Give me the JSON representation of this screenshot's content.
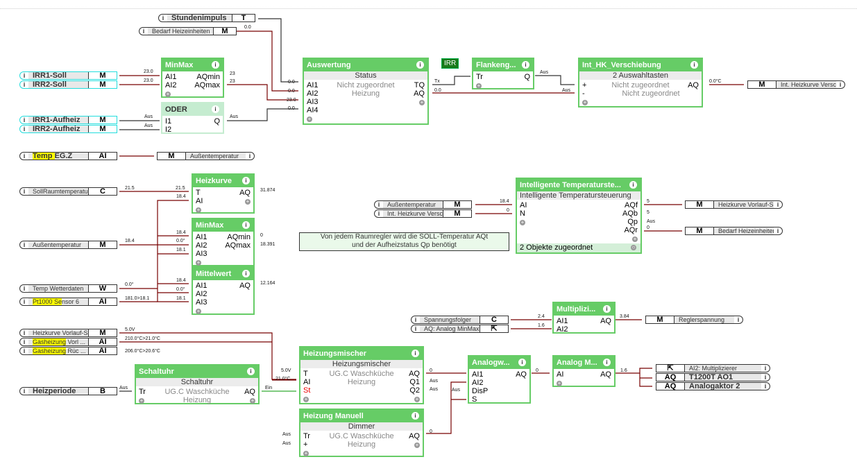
{
  "note": {
    "line1": "Von jedem Raumregler wird die SOLL-Temperatur AQt",
    "line2": "und der Aufheizstatus Qp benötigt"
  },
  "tag": "IRR",
  "connectors": {
    "stundenimpuls": {
      "name": "Stundenimpuls",
      "type": "T"
    },
    "bedarf_top": {
      "name": "Bedarf Heizeinheiten",
      "type": "M"
    },
    "irr1_soll": {
      "name": "IRR1-Soll",
      "type": "M"
    },
    "irr2_soll": {
      "name": "IRR2-Soll",
      "type": "M"
    },
    "irr1_aufheiz": {
      "name": "IRR1-Aufheiz",
      "type": "M"
    },
    "irr2_aufheiz": {
      "name": "IRR2-Aufheiz",
      "type": "M"
    },
    "temp_egz": {
      "name_hl": "Temp ",
      "name_rest": "EG.Z",
      "type": "AI"
    },
    "aussen_out": {
      "name": "Außentemperatur",
      "type": "M"
    },
    "sollraum": {
      "name": "SollRaumtemperatur",
      "type": "C"
    },
    "aussen_in": {
      "name": "Außentemperatur",
      "type": "M"
    },
    "temp_wetter": {
      "name": "Temp Wetterdaten",
      "type": "W"
    },
    "pt1000": {
      "name_hl": "Pt1000 Se",
      "name_rest": "nsor 6",
      "type": "AI"
    },
    "its_aussen": {
      "name": "Außentemperatur",
      "type": "M"
    },
    "its_intHK": {
      "name": "Int. Heizkurve Versc...",
      "type": "M"
    },
    "hk_verschiebung_out": {
      "name": "Int. Heizkurve Versc...",
      "type": "M"
    },
    "hk_vorlauf_out": {
      "name": "Heizkurve Vorlauf-S ...",
      "type": "M"
    },
    "bedarf_out": {
      "name": "Bedarf Heizeinheiten",
      "type": "M"
    },
    "spannungsfolger": {
      "name": "Spannungsfolger",
      "type": "C"
    },
    "aq_analog": {
      "name": "AQ: Analog MinMax...",
      "type": "⇱"
    },
    "reglerspannung": {
      "name": "Reglerspannung",
      "type": "M"
    },
    "hk_vorlauf_in": {
      "name": "Heizkurve Vorlauf-S ...",
      "type": "M"
    },
    "gas_vorl": {
      "name_hl": "Gasheizung",
      "name_rest": " Vorl ...",
      "type": "AI"
    },
    "gas_rueck": {
      "name_hl": "Gasheizung",
      "name_rest": " Rüc ...",
      "type": "AI"
    },
    "heizperiode": {
      "name": "Heizperiode",
      "type": "B"
    },
    "ai2_mult": {
      "name": "AI2: Multiplizierer",
      "type": "⇱"
    },
    "t1200": {
      "name": "T1200T AO1",
      "type": "AQ"
    },
    "analogaktor2": {
      "name": "Analogaktor 2",
      "type": "AQ"
    }
  },
  "blocks": {
    "minmax1": {
      "title": "MinMax",
      "in": [
        "AI1",
        "AI2"
      ],
      "out": [
        "AQmin",
        "AQmax"
      ]
    },
    "oder": {
      "title": "ODER",
      "in": [
        "I1",
        "I2"
      ],
      "out": [
        "Q"
      ]
    },
    "auswertung": {
      "title": "Auswertung",
      "sub": "Status",
      "in": [
        "AI1",
        "AI2",
        "AI3",
        "AI4"
      ],
      "out": [
        "TQ",
        "AQ"
      ],
      "c1": "Nicht zugeordnet",
      "c2": "Heizung"
    },
    "flanken": {
      "title": "Flankeng...",
      "in": [
        "Tr"
      ],
      "out": [
        "Q"
      ]
    },
    "hkv": {
      "title": "Int_HK_Verschiebung",
      "sub": "2 Auswahltasten",
      "in": [
        "+",
        "-"
      ],
      "out": [
        "AQ"
      ],
      "c1": "Nicht zugeordnet",
      "c2": "Nicht zugeordnet"
    },
    "heizkurve": {
      "title": "Heizkurve",
      "in": [
        "T",
        "AI"
      ],
      "out": [
        "AQ"
      ]
    },
    "minmax2": {
      "title": "MinMax",
      "in": [
        "AI1",
        "AI2",
        "AI3"
      ],
      "out": [
        "AQmin",
        "AQmax"
      ]
    },
    "mittelwert": {
      "title": "Mittelwert",
      "in": [
        "AI1",
        "AI2",
        "AI3"
      ],
      "out": [
        "AQ"
      ]
    },
    "its": {
      "title": "Intelligente Temperaturste...",
      "sub": "Intelligente Temperatursteuerung",
      "in": [
        "AI",
        "N"
      ],
      "out": [
        "AQf",
        "AQb",
        "Qp",
        "AQr"
      ],
      "foot": "2 Objekte zugeordnet"
    },
    "mult": {
      "title": "Multiplizi...",
      "in": [
        "AI1",
        "AI2"
      ],
      "out": [
        "AQ"
      ]
    },
    "schaltuhr": {
      "title": "Schaltuhr",
      "sub": "Schaltuhr",
      "in": [
        "Tr"
      ],
      "out": [
        "AQ"
      ],
      "c1": "UG.C Waschküche",
      "c2": "Heizung"
    },
    "mischer": {
      "title": "Heizungsmischer",
      "sub": "Heizungsmischer",
      "in": [
        "T",
        "AI",
        "St"
      ],
      "out": [
        "AQ",
        "Q1",
        "Q2"
      ],
      "c1": "UG.C Waschküche",
      "c2": "Heizung"
    },
    "manuell": {
      "title": "Heizung Manuell",
      "sub": "Dimmer",
      "in": [
        "Tr",
        "+"
      ],
      "out": [
        "AQ"
      ],
      "c1": "UG.C Waschküche",
      "c2": "Heizung"
    },
    "analogw": {
      "title": "Analogw...",
      "in": [
        "AI1",
        "AI2",
        "DisP",
        "S"
      ],
      "out": [
        "AQ"
      ]
    },
    "analogm": {
      "title": "Analog M...",
      "in": [
        "AI"
      ],
      "out": [
        "AQ"
      ]
    }
  },
  "values": {
    "bedarf_top": "0.0",
    "minmax1_in1": "23.0",
    "minmax1_in2": "23.0",
    "minmax1_min": "23",
    "minmax1_max": "23",
    "oder_in1": "Aus",
    "oder_in2": "Aus",
    "oder_q": "Aus",
    "ausw_ai1": "0.0",
    "ausw_ai2": "0.0",
    "ausw_ai3": "23.0",
    "ausw_ai4": "0.0",
    "ausw_tq": "Tx",
    "ausw_aq": "0.0",
    "flank_q": "Aus",
    "hkv_minus": "Aus",
    "hkv_aq": "0.0°C",
    "soll_out": "21.5",
    "hk_t": "21.5",
    "hk_ai": "18.4",
    "hk_aq": "31.874",
    "aussen_val": "18.4",
    "mm2_ai1": "18.4",
    "mm2_ai2": "0.0°",
    "mm2_ai3": "18.1",
    "mm2_min": "0",
    "mm2_max": "18.391",
    "wetter_val": "0.0°",
    "pt_val": "181.0>18.1",
    "mw_ai1": "18.4",
    "mw_ai2": "0.0°",
    "mw_ai3": "18.1",
    "mw_aq": "12.164",
    "its_ai": "18.4",
    "its_n": "0",
    "its_aqf": "5",
    "its_aqb": "5",
    "its_qp": "Aus",
    "its_aqr": "0",
    "mult_ai1": "2.4",
    "mult_ai2": "1.6",
    "mult_aq": "3.84",
    "vorlauf_val": "5.0V",
    "gasv_val": "210.0°C>21.0°C",
    "gasr_val": "206.0°C>20.6°C",
    "heizp_val": "Aus",
    "schalt_aq": "Ein",
    "mix_t": "5.0V",
    "mix_ai": "21.0°C",
    "mix_aq": "0",
    "mix_q1": "Aus",
    "mix_q2": "Aus",
    "man_tr": "Aus",
    "man_plus": "Aus",
    "man_aq": "0",
    "aw_disp": "Aus",
    "aw_aq": "0",
    "am_aq": "1.6"
  }
}
